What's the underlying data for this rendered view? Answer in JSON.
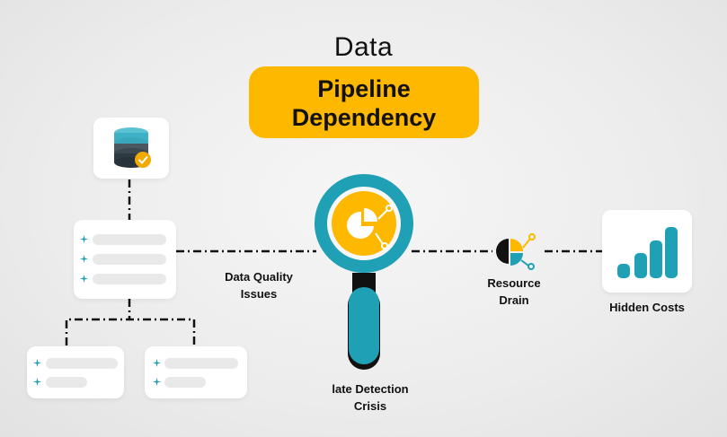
{
  "title": {
    "line1": "Data",
    "line2": "Pipeline",
    "line3": "Dependency"
  },
  "labels": {
    "data_quality_1": "Data Quality",
    "data_quality_2": "Issues",
    "late_detection_1": "late Detection",
    "late_detection_2": "Crisis",
    "resource_drain_1": "Resource",
    "resource_drain_2": "Drain",
    "hidden_costs": "Hidden Costs"
  },
  "icons": {
    "database": "database-check-icon",
    "magnifier": "magnifying-glass-icon",
    "pie": "pie-chart-node-icon",
    "bars": "bar-chart-icon",
    "bullet": "sparkle-icon"
  },
  "colors": {
    "accent_yellow": "#ffb800",
    "teal": "#1fa0b5",
    "dark": "#111111",
    "check_green": "#f2a900"
  }
}
